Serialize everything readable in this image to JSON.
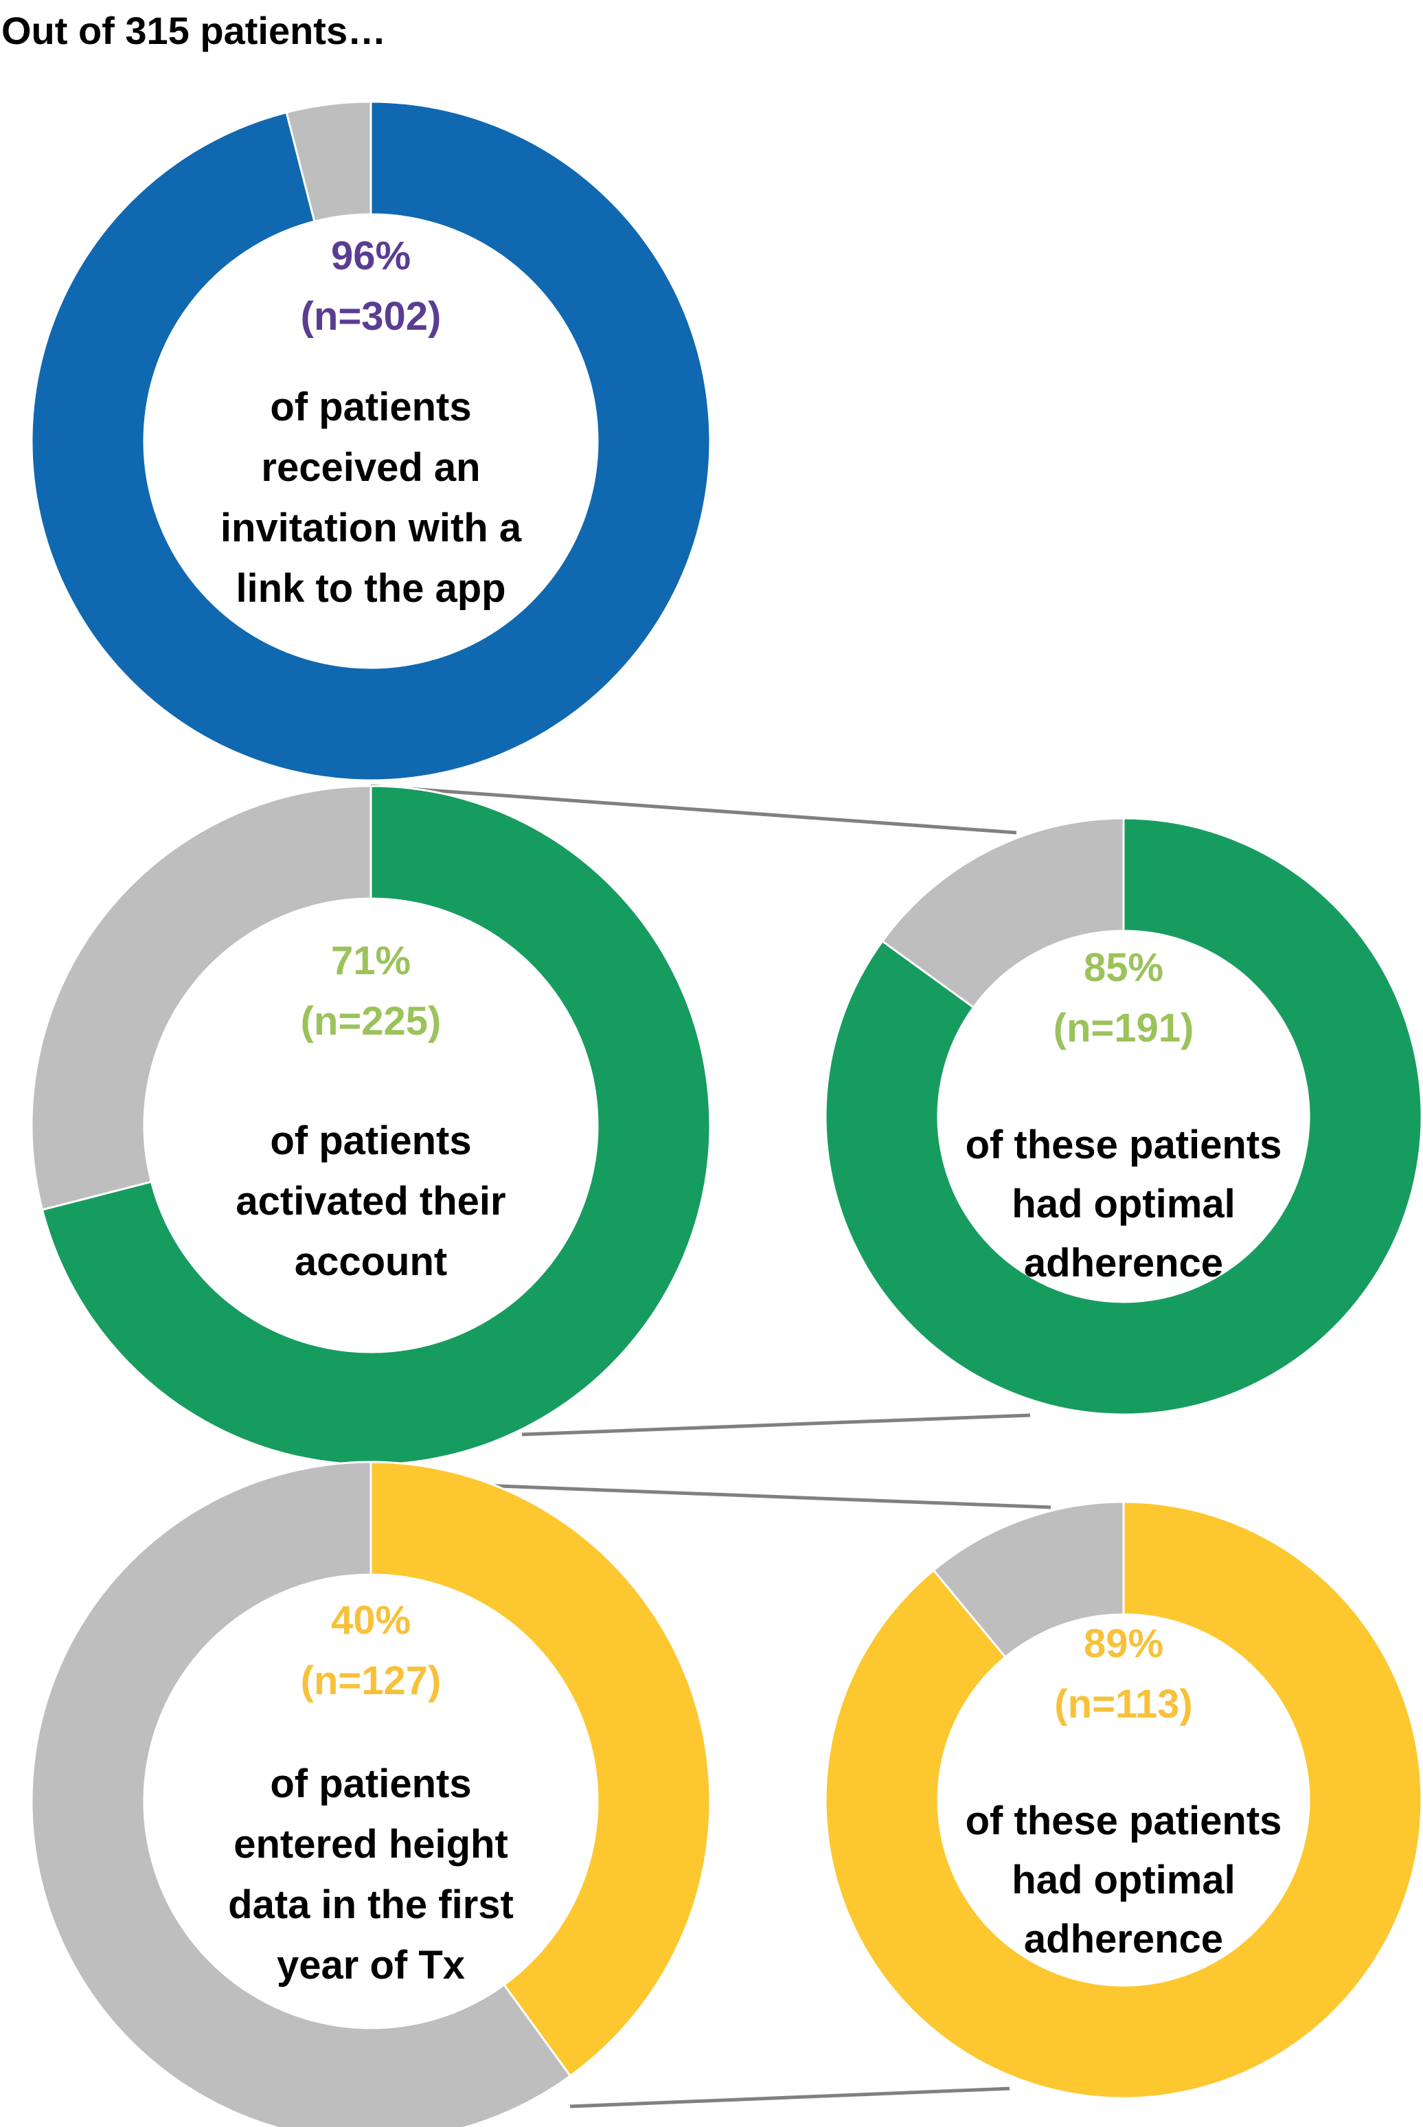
{
  "title": "Out of 315 patients…",
  "colors": {
    "blue": "#1068B0",
    "green": "#179C5F",
    "yellow": "#FDC72F",
    "gray": "#BEBEBE",
    "purple_text": "#5A3D93",
    "green_text": "#9CC25B",
    "yellow_text": "#F7C13A",
    "connector": "#808080"
  },
  "chart_data": [
    {
      "type": "pie",
      "subtype": "donut",
      "slices": [
        {
          "value": 96,
          "color": "blue"
        },
        {
          "value": 4,
          "color": "gray"
        }
      ],
      "percent_label": "96%",
      "n_label": "(n=302)",
      "description": [
        "of patients",
        "received an",
        "invitation with a",
        "link to the app"
      ]
    },
    {
      "type": "pie",
      "subtype": "donut",
      "slices": [
        {
          "value": 71,
          "color": "green"
        },
        {
          "value": 29,
          "color": "gray"
        }
      ],
      "percent_label": "71%",
      "n_label": "(n=225)",
      "description": [
        "of patients",
        "activated their",
        "account"
      ]
    },
    {
      "type": "pie",
      "subtype": "donut",
      "slices": [
        {
          "value": 85,
          "color": "green"
        },
        {
          "value": 15,
          "color": "gray"
        }
      ],
      "percent_label": "85%",
      "n_label": "(n=191)",
      "description": [
        "of these patients",
        "had optimal",
        "adherence"
      ]
    },
    {
      "type": "pie",
      "subtype": "donut",
      "slices": [
        {
          "value": 40,
          "color": "yellow"
        },
        {
          "value": 60,
          "color": "gray"
        }
      ],
      "percent_label": "40%",
      "n_label": "(n=127)",
      "description": [
        "of patients",
        "entered height",
        "data in the first",
        "year of Tx"
      ]
    },
    {
      "type": "pie",
      "subtype": "donut",
      "slices": [
        {
          "value": 89,
          "color": "yellow"
        },
        {
          "value": 11,
          "color": "gray"
        }
      ],
      "percent_label": "89%",
      "n_label": "(n=113)",
      "description": [
        "of these patients",
        "had optimal",
        "adherence"
      ]
    }
  ]
}
